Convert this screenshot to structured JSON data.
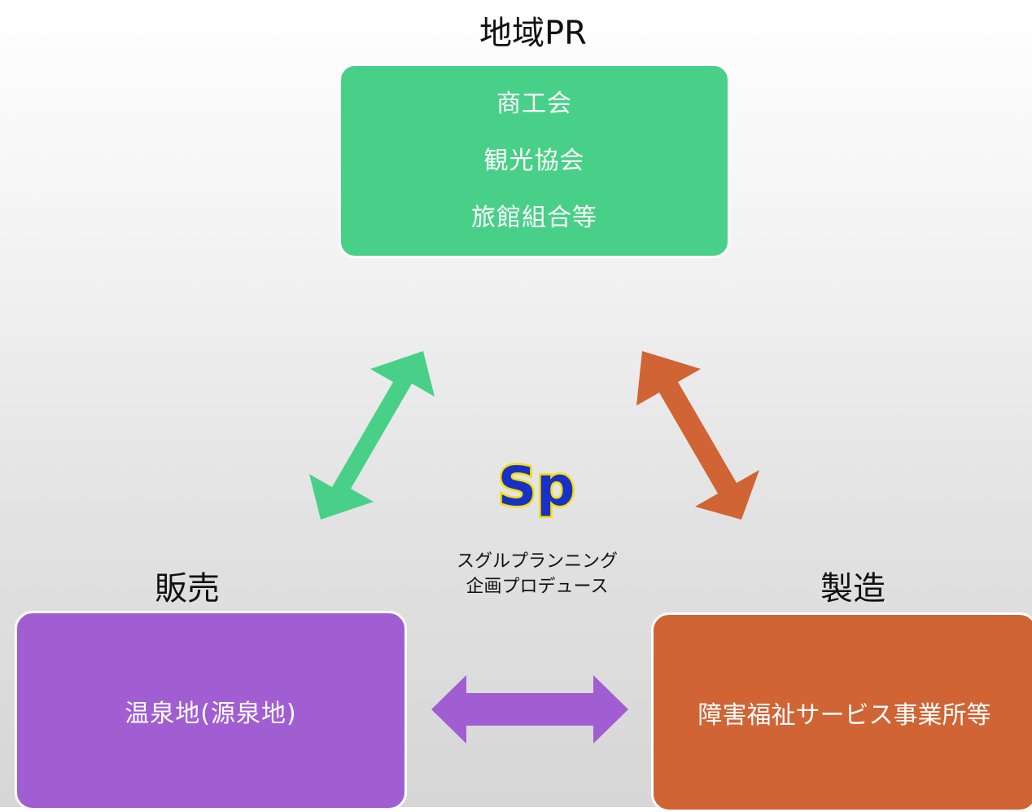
{
  "top": {
    "heading": "地域PR",
    "items": [
      "商工会",
      "観光協会",
      "旅館組合等"
    ]
  },
  "left": {
    "heading": "販売",
    "box_text": "温泉地(源泉地)"
  },
  "right": {
    "heading": "製造",
    "box_text": "障害福祉サービス事業所等"
  },
  "center": {
    "logo_text": "Sp",
    "caption_line1": "スグルプランニング",
    "caption_line2": "企画プロデュース"
  },
  "colors": {
    "green": "#49d088",
    "purple": "#a05ed2",
    "orange": "#d06434",
    "logo_fill": "#1830c8",
    "logo_stroke": "#f5e000"
  }
}
